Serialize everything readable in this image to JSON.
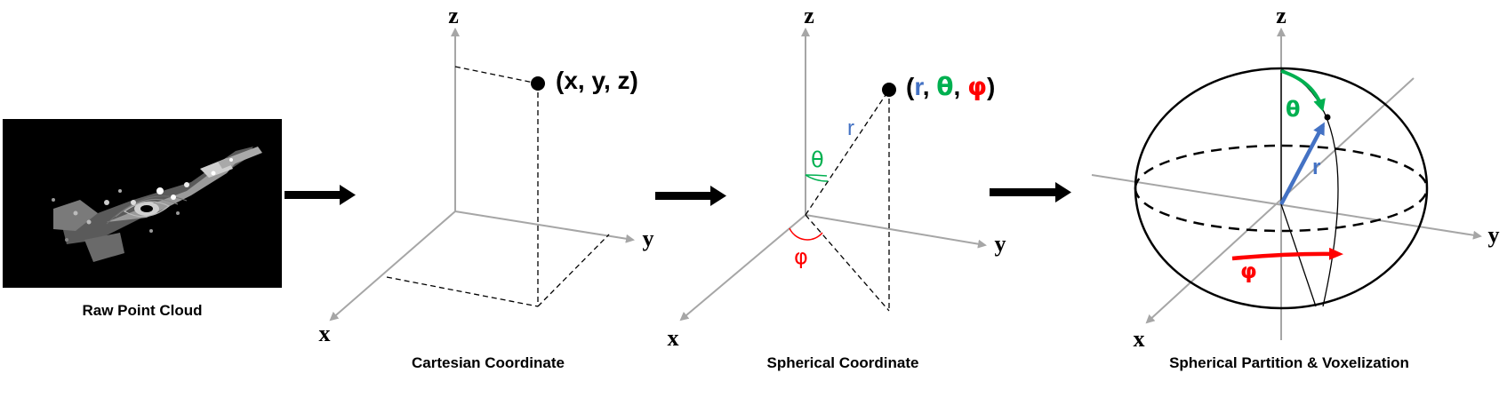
{
  "panels": [
    {
      "caption": "Raw Point Cloud"
    },
    {
      "caption": "Cartesian Coordinate",
      "axes": {
        "x": "x",
        "y": "y",
        "z": "z"
      },
      "point_label": "(x, y, z)"
    },
    {
      "caption": "Spherical Coordinate",
      "axes": {
        "x": "x",
        "y": "y",
        "z": "z"
      },
      "point_label": {
        "open": "(",
        "r": "r",
        "sep1": ", ",
        "theta": "θ",
        "sep2": ", ",
        "phi": "φ",
        "close": ")"
      },
      "radius_label": "r",
      "theta_label": "θ",
      "phi_label": "φ"
    },
    {
      "caption": "Spherical Partition & Voxelization",
      "axes": {
        "x": "x",
        "y": "y",
        "z": "z"
      },
      "radius_label": "r",
      "theta_label": "θ",
      "phi_label": "φ"
    }
  ],
  "colors": {
    "r": "#4472c4",
    "theta": "#00b050",
    "phi": "#ff0000",
    "axis": "#a6a6a6",
    "arrow": "#000000"
  }
}
